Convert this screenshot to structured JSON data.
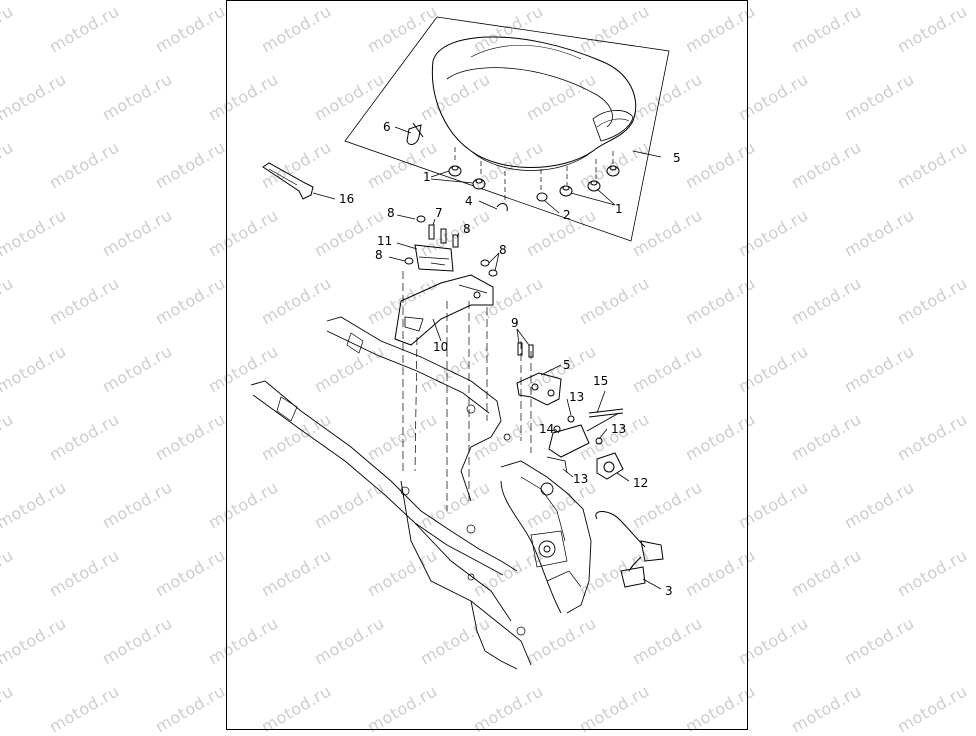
{
  "watermark": {
    "text": "motod.ru",
    "color": "#000000"
  },
  "diagram": {
    "callouts": [
      {
        "id": "c1a",
        "text": "1"
      },
      {
        "id": "c1b",
        "text": "1"
      },
      {
        "id": "c2",
        "text": "2"
      },
      {
        "id": "c3",
        "text": "3"
      },
      {
        "id": "c4",
        "text": "4"
      },
      {
        "id": "c5a",
        "text": "5"
      },
      {
        "id": "c5b",
        "text": "5"
      },
      {
        "id": "c6",
        "text": "6"
      },
      {
        "id": "c7",
        "text": "7"
      },
      {
        "id": "c8a",
        "text": "8"
      },
      {
        "id": "c8b",
        "text": "8"
      },
      {
        "id": "c8c",
        "text": "8"
      },
      {
        "id": "c8d",
        "text": "8"
      },
      {
        "id": "c9",
        "text": "9"
      },
      {
        "id": "c10",
        "text": "10"
      },
      {
        "id": "c11",
        "text": "11"
      },
      {
        "id": "c12",
        "text": "12"
      },
      {
        "id": "c13a",
        "text": "13"
      },
      {
        "id": "c13b",
        "text": "13"
      },
      {
        "id": "c13c",
        "text": "13"
      },
      {
        "id": "c14",
        "text": "14"
      },
      {
        "id": "c15",
        "text": "15"
      },
      {
        "id": "c16",
        "text": "16"
      }
    ]
  }
}
